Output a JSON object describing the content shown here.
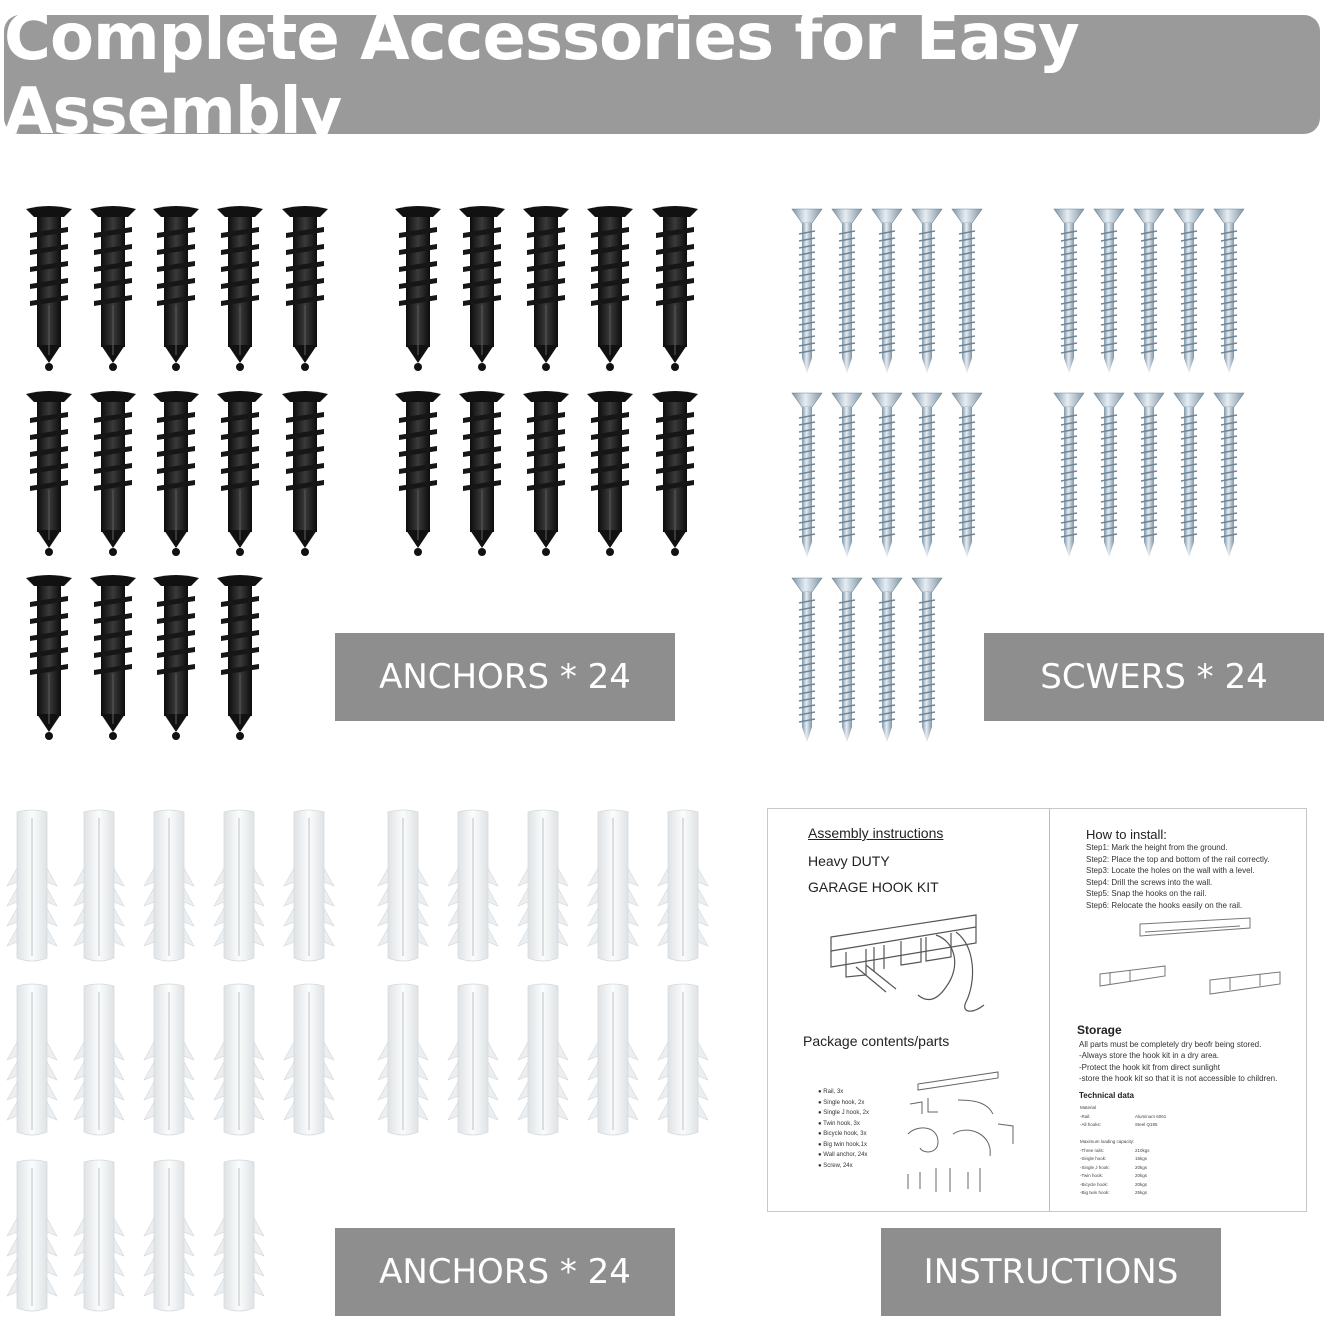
{
  "banner": {
    "title": "Complete Accessories for Easy Assembly"
  },
  "labels": {
    "black_anchors": "ANCHORS * 24",
    "screws": "SCWERS * 24",
    "white_anchors": "ANCHORS * 24",
    "instructions": "INSTRUCTIONS"
  },
  "counts": {
    "black_anchors": 24,
    "screws": 24,
    "white_anchors": 24
  },
  "colors": {
    "banner": "#9a9a9a",
    "label": "#8e8e8e",
    "black_anchor": "#1b1b1b",
    "screw": "#b5c6d3",
    "white_anchor": "#eef0f2"
  },
  "icons": [
    "black-drywall-anchor-icon",
    "screw-icon",
    "white-plastic-anchor-icon",
    "hook-rail-drawing-icon"
  ],
  "instructions_sheet": {
    "title": "Assembly instructions",
    "subtitle_1": "Heavy DUTY",
    "subtitle_2": "GARAGE HOOK KIT",
    "package_heading": "Package contents/parts",
    "parts": [
      "Rail, 3x",
      "Single hook, 2x",
      "Single J hook, 2x",
      "Twin hook, 3x",
      "Bicycle hook, 3x",
      "Big twin hook,1x",
      "Wall anchor, 24x",
      "Screw, 24x"
    ],
    "how_heading": "How to install:",
    "steps": [
      "Step1: Mark the height from the ground.",
      "Step2: Place the top and bottom of the rail correctly.",
      "Step3: Locate the holes on the wall with a level.",
      "Step4: Drill the screws into the wall.",
      "Step5: Snap the hooks on the rail.",
      "Step6: Relocate the hooks easily on the rail."
    ],
    "storage_heading": "Storage",
    "storage_lines": [
      "All parts must be completely dry beofr being stored.",
      "-Always store the hook kit in a dry area.",
      "-Protect the hook kit from direct sunlight",
      "-store the hook kit so that it is not accessible to children."
    ],
    "tech_heading": "Technical data",
    "tech_rows": [
      [
        "Material",
        ""
      ],
      [
        "-Rail:",
        "Aluminum 6061"
      ],
      [
        "-All hooks:",
        "Steel Q195"
      ],
      [
        "",
        ""
      ],
      [
        "Maximum loading capacity:",
        ""
      ],
      [
        "-Three rails:",
        "210kgs"
      ],
      [
        "-Single hook:",
        "15kgs"
      ],
      [
        "-Single J hook:",
        "20kgs"
      ],
      [
        "-Twin hook:",
        "20kgs"
      ],
      [
        "-Bicycle hook:",
        "20kgs"
      ],
      [
        "-Big twin hook:",
        "25kgs"
      ]
    ]
  }
}
